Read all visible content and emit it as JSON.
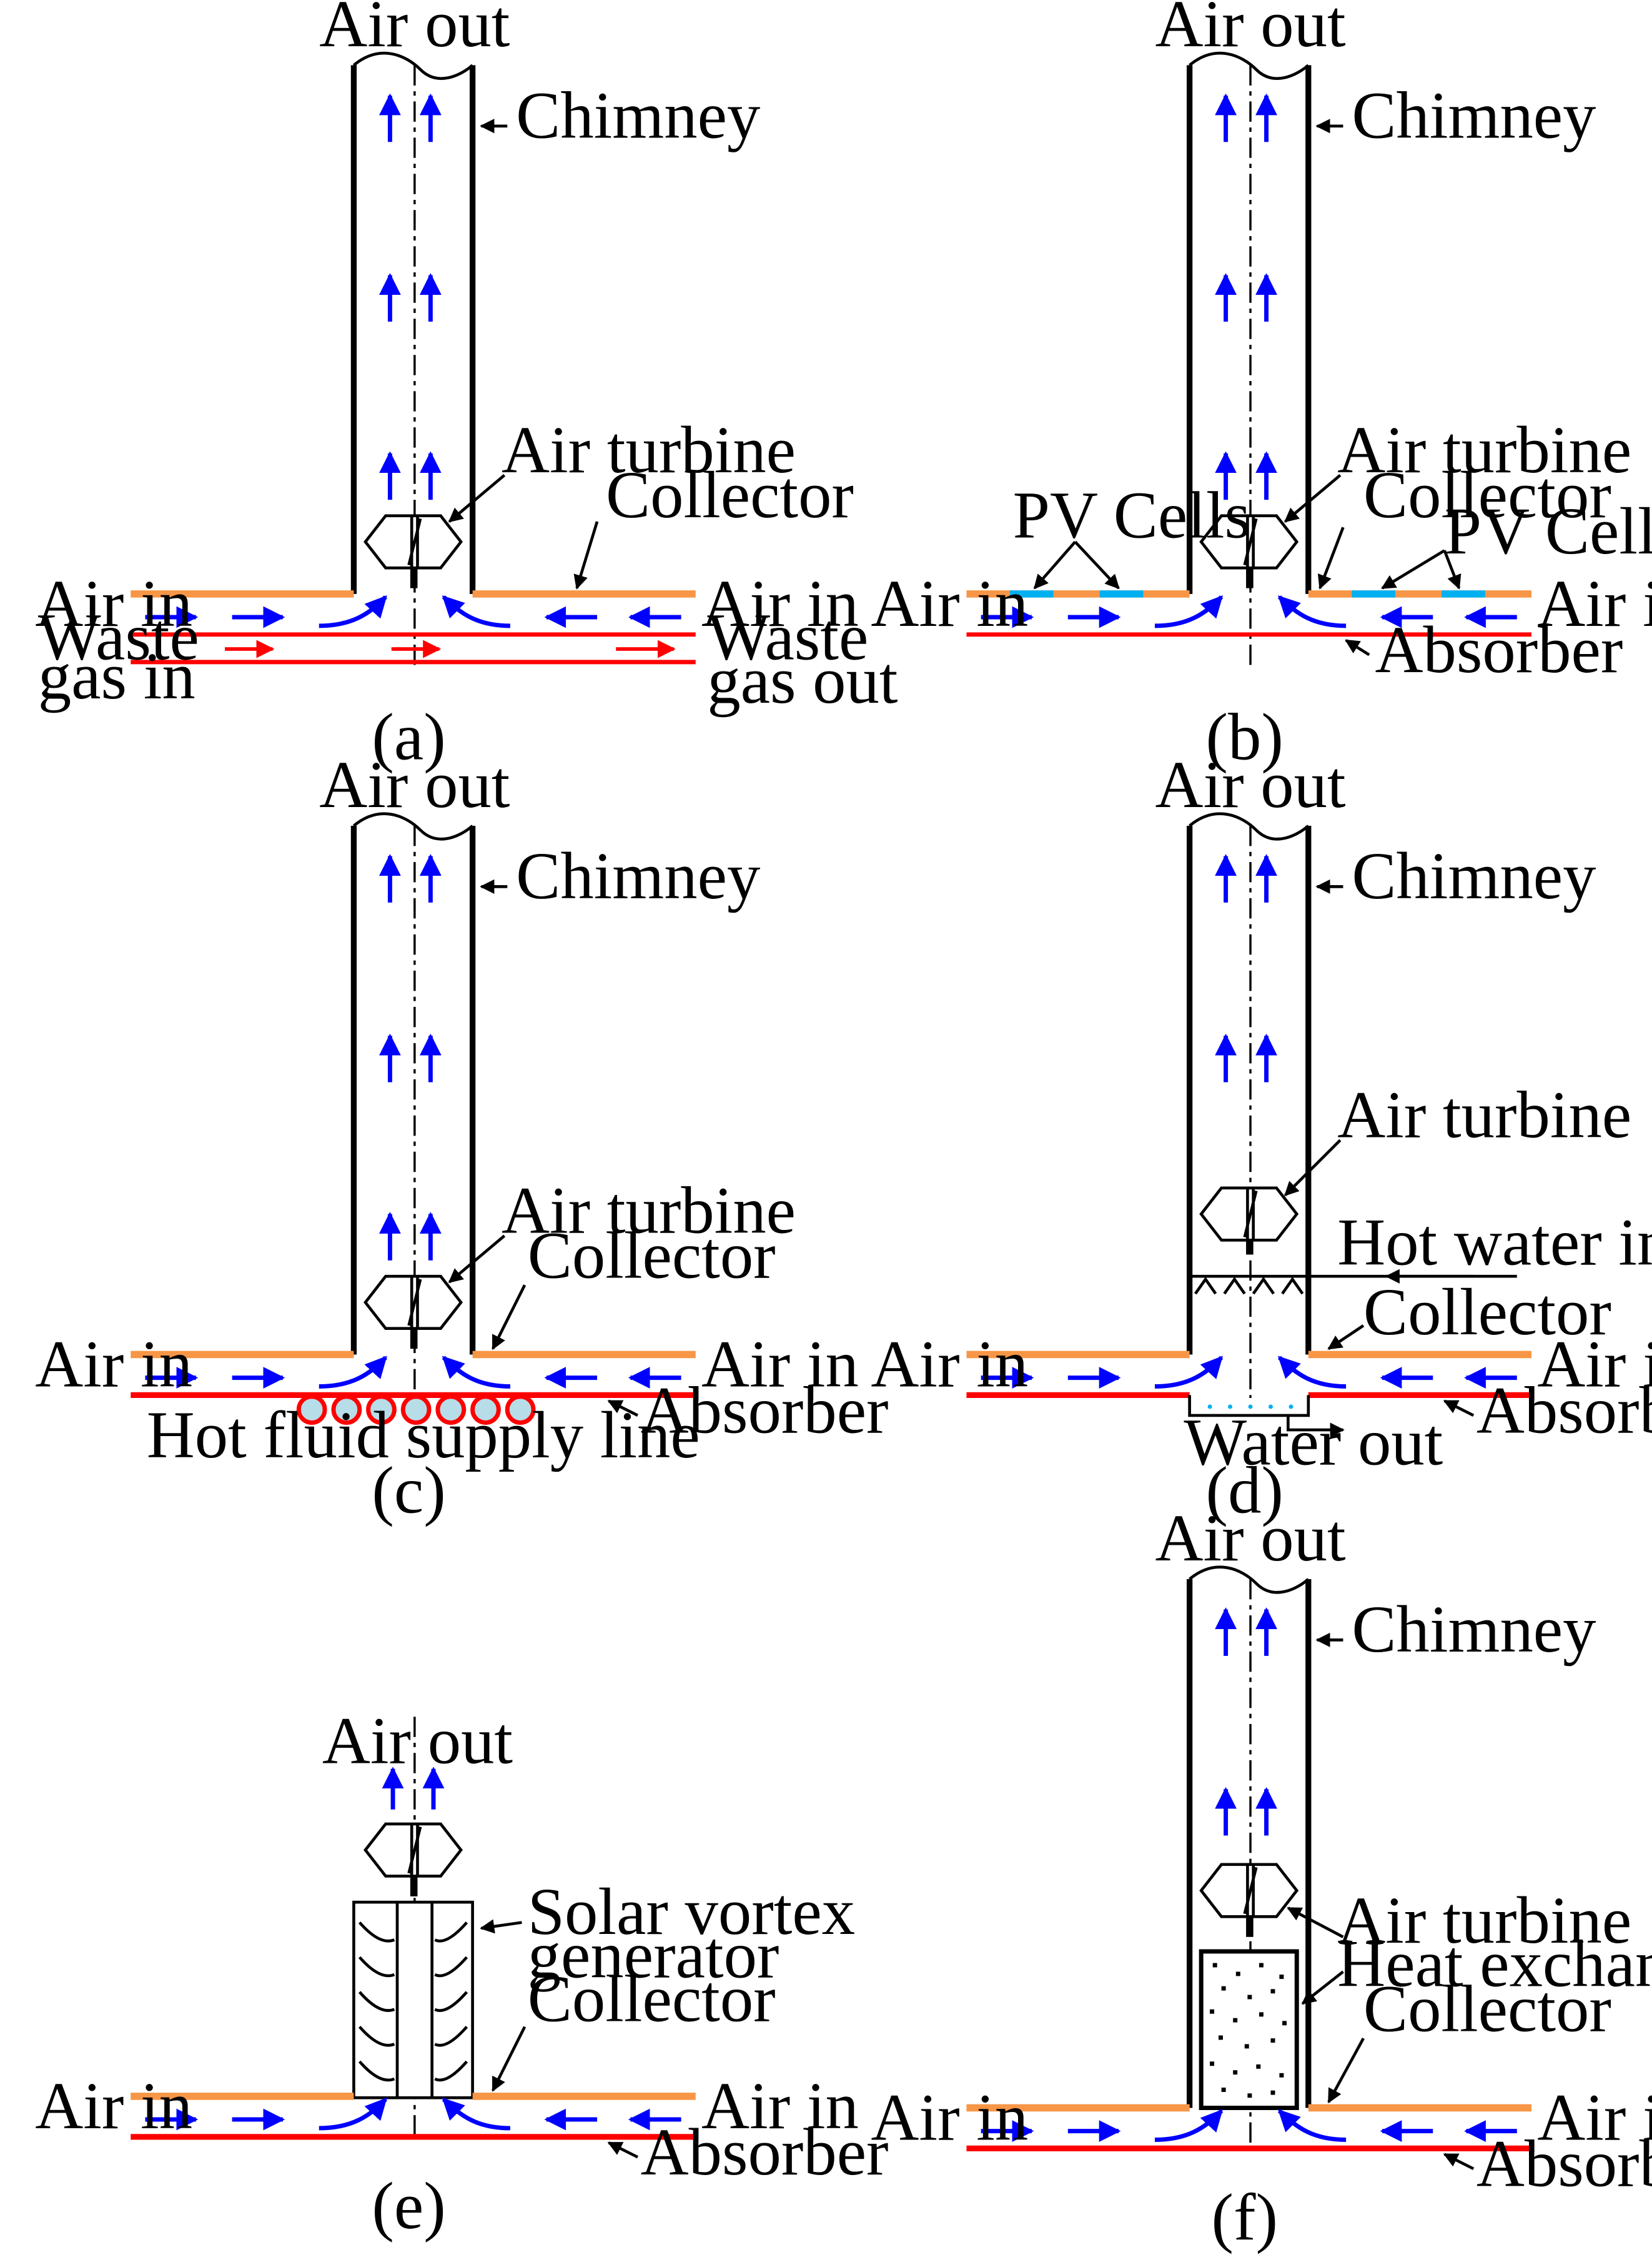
{
  "colors": {
    "collector": "#F79646",
    "absorber": "#FF0000",
    "air_arrow": "#0000FF",
    "waste_gas_arrow": "#FF0000",
    "pv_cell": "#00B0F0",
    "water_dots": "#00B0F0",
    "tube_fill": "#B7DDE8",
    "hx_fill": "#FFFFFF",
    "line": "#000000"
  },
  "common": {
    "air_out": "Air out",
    "chimney": "Chimney",
    "air_turbine": "Air turbine",
    "collector": "Collector",
    "air_in": "Air in",
    "absorber": "Absorber"
  },
  "panels": [
    {
      "id": "a",
      "caption": "(a)",
      "waste_gas_in": [
        "Waste",
        "gas in"
      ],
      "waste_gas_out": [
        "Waste",
        "gas out"
      ]
    },
    {
      "id": "b",
      "caption": "(b)",
      "pv_cells": "PV Cells"
    },
    {
      "id": "c",
      "caption": "(c)",
      "hot_fluid": "Hot fluid supply line"
    },
    {
      "id": "d",
      "caption": "(d)",
      "hot_water_in": "Hot water in",
      "water_out": "Water out"
    },
    {
      "id": "e",
      "caption": "(e)",
      "vortex": [
        "Solar vortex",
        "generator"
      ]
    },
    {
      "id": "f",
      "caption": "(f)",
      "heat_exchanger": "Heat exchanger"
    }
  ]
}
